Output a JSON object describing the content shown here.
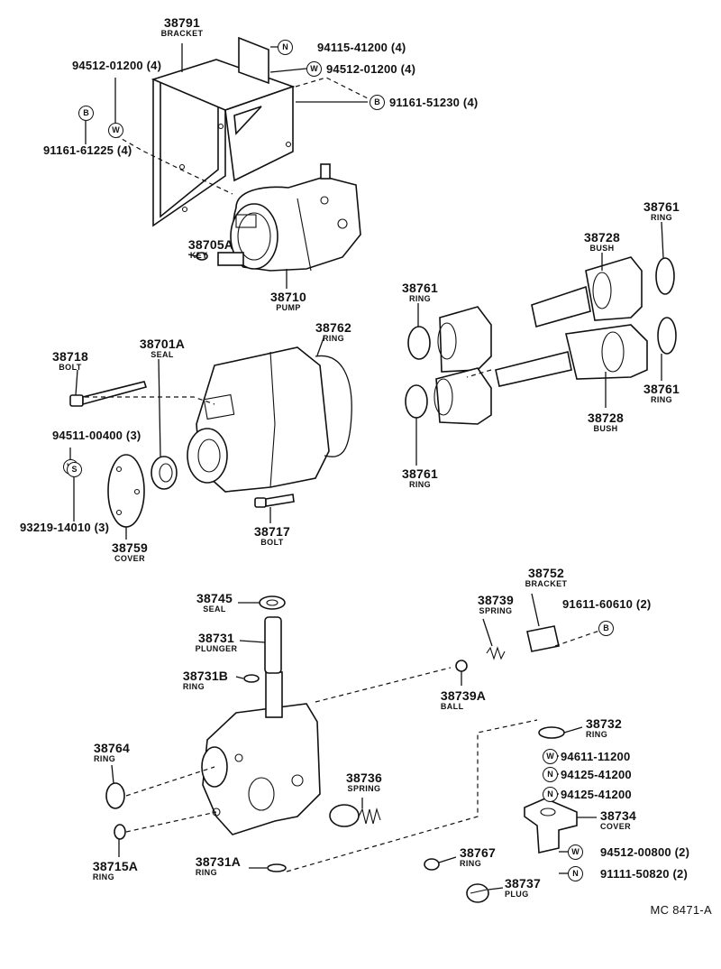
{
  "parts": [
    {
      "id": "p38791",
      "num": "38791",
      "name": "BRACKET"
    },
    {
      "id": "p38705A",
      "num": "38705A",
      "name": "KEY"
    },
    {
      "id": "p38710",
      "num": "38710",
      "name": "PUMP"
    },
    {
      "id": "p38718",
      "num": "38718",
      "name": "BOLT"
    },
    {
      "id": "p38701A",
      "num": "38701A",
      "name": "SEAL"
    },
    {
      "id": "p38762",
      "num": "38762",
      "name": "RING"
    },
    {
      "id": "p38759",
      "num": "38759",
      "name": "COVER"
    },
    {
      "id": "p38717",
      "num": "38717",
      "name": "BOLT"
    },
    {
      "id": "p38761a",
      "num": "38761",
      "name": "RING"
    },
    {
      "id": "p38728a",
      "num": "38728",
      "name": "BUSH"
    },
    {
      "id": "p38761b",
      "num": "38761",
      "name": "RING"
    },
    {
      "id": "p38761c",
      "num": "38761",
      "name": "RING"
    },
    {
      "id": "p38728b",
      "num": "38728",
      "name": "BUSH"
    },
    {
      "id": "p38761d",
      "num": "38761",
      "name": "RING"
    },
    {
      "id": "p38745",
      "num": "38745",
      "name": "SEAL"
    },
    {
      "id": "p38731",
      "num": "38731",
      "name": "PLUNGER"
    },
    {
      "id": "p38731B",
      "num": "38731B",
      "name": "RING"
    },
    {
      "id": "p38764",
      "num": "38764",
      "name": "RING"
    },
    {
      "id": "p38715A",
      "num": "38715A",
      "name": "RING"
    },
    {
      "id": "p38731A",
      "num": "38731A",
      "name": "RING"
    },
    {
      "id": "p38736",
      "num": "38736",
      "name": "SPRING"
    },
    {
      "id": "p38739",
      "num": "38739",
      "name": "SPRING"
    },
    {
      "id": "p38739A",
      "num": "38739A",
      "name": "BALL"
    },
    {
      "id": "p38752",
      "num": "38752",
      "name": "BRACKET"
    },
    {
      "id": "p38732",
      "num": "38732",
      "name": "RING"
    },
    {
      "id": "p38734",
      "num": "38734",
      "name": "COVER"
    },
    {
      "id": "p38767",
      "num": "38767",
      "name": "RING"
    },
    {
      "id": "p38737",
      "num": "38737",
      "name": "PLUG"
    }
  ],
  "fasteners": [
    {
      "id": "f1",
      "badge": "N",
      "num": "94115-41200 (4)"
    },
    {
      "id": "f2",
      "badge": "W",
      "num": "94512-01200 (4)"
    },
    {
      "id": "f3",
      "badge": "B",
      "num": "91161-51230 (4)"
    },
    {
      "id": "f4",
      "badge": "",
      "num": "94512-01200 (4)"
    },
    {
      "id": "f5",
      "badge": "",
      "num": "91161-61225 (4)"
    },
    {
      "id": "f6",
      "badge": "",
      "num": "94511-00400 (3)"
    },
    {
      "id": "f7",
      "badge": "",
      "num": "93219-14010 (3)"
    },
    {
      "id": "f8",
      "badge": "",
      "num": "91611-60610 (2)"
    },
    {
      "id": "f9",
      "badge": "W",
      "num": "94611-11200"
    },
    {
      "id": "f10",
      "badge": "N",
      "num": "94125-41200"
    },
    {
      "id": "f11",
      "badge": "N",
      "num": "94125-41200"
    },
    {
      "id": "f12",
      "badge": "W",
      "num": "94512-00800 (2)"
    },
    {
      "id": "f13",
      "badge": "N",
      "num": "91111-50820 (2)"
    }
  ],
  "badges": {
    "b_bolt": "B",
    "b_washer": "W",
    "b_washer2": "W",
    "b_spring": "S",
    "b_bolt2": "B"
  },
  "footer": "MC 8471-A"
}
